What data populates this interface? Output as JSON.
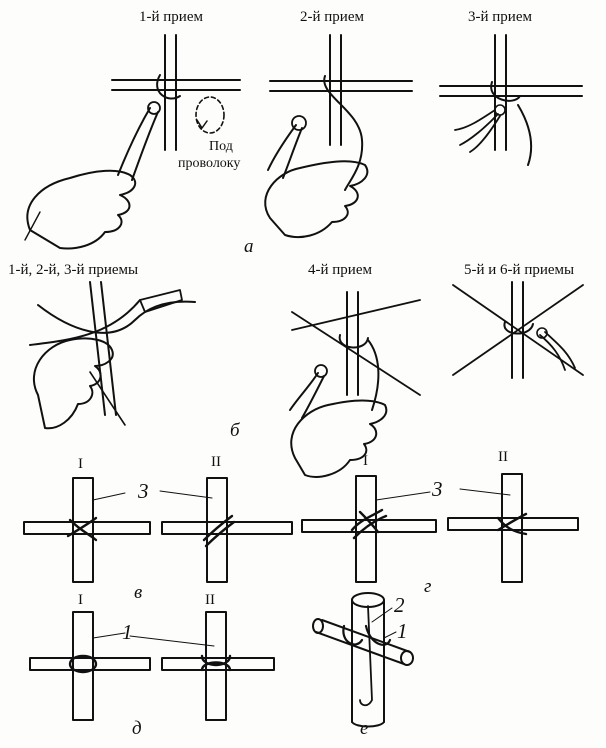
{
  "captions": {
    "step1": "1-й прием",
    "step2": "2-й прием",
    "step3": "3-й прием",
    "steps123": "1-й, 2-й, 3-й приемы",
    "step4": "4-й прием",
    "steps56": "5-й и 6-й приемы"
  },
  "note": {
    "line1": "Под",
    "line2": "проволоку"
  },
  "panel_letters": {
    "a": "а",
    "b": "б",
    "v": "в",
    "g": "г",
    "d": "д",
    "e": "е"
  },
  "roman": {
    "v1": "I",
    "v2": "II",
    "g1": "I",
    "g2": "II",
    "d1": "I",
    "d2": "II"
  },
  "numbers": {
    "three_v": "3",
    "three_g": "3",
    "one_d": "1",
    "two_e": "2",
    "one_e": "1"
  }
}
